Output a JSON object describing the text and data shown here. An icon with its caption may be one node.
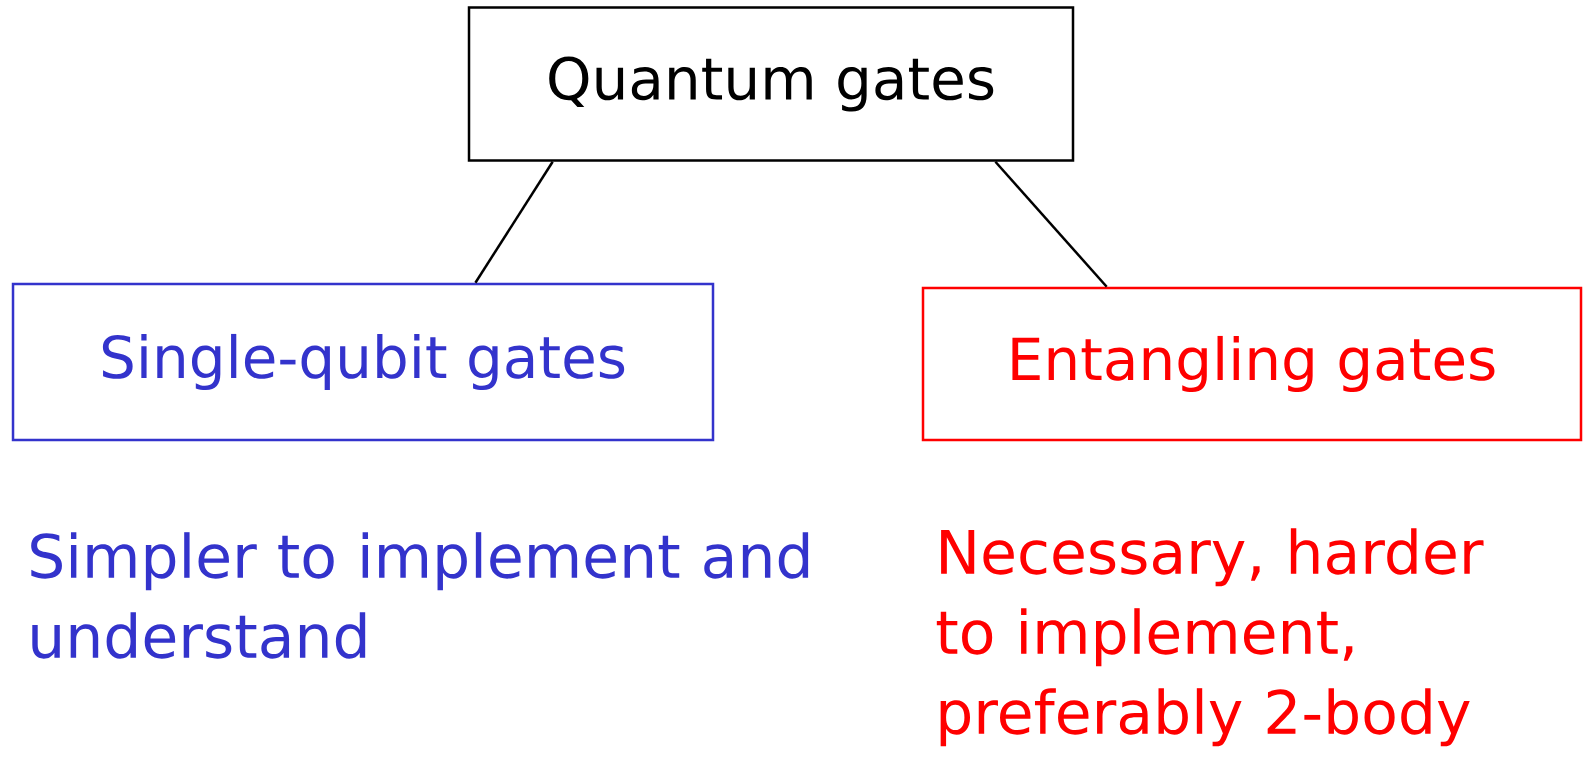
{
  "diagram": {
    "nodes": [
      {
        "text": [
          "Quantum gates"
        ]
      },
      {
        "text": [
          "Single-qubit gates"
        ],
        "beside": [
          "Simpler to implement and understand"
        ]
      },
      {
        "text": [
          "Entangling gates"
        ],
        "beside": [
          "Necessary, harder to implement, preferably 2-body"
        ]
      }
    ],
    "edges": [
      {
        "from": 0,
        "to": 1,
        "arrow": "none"
      },
      {
        "from": 0,
        "to": 2,
        "arrow": "none"
      }
    ]
  }
}
